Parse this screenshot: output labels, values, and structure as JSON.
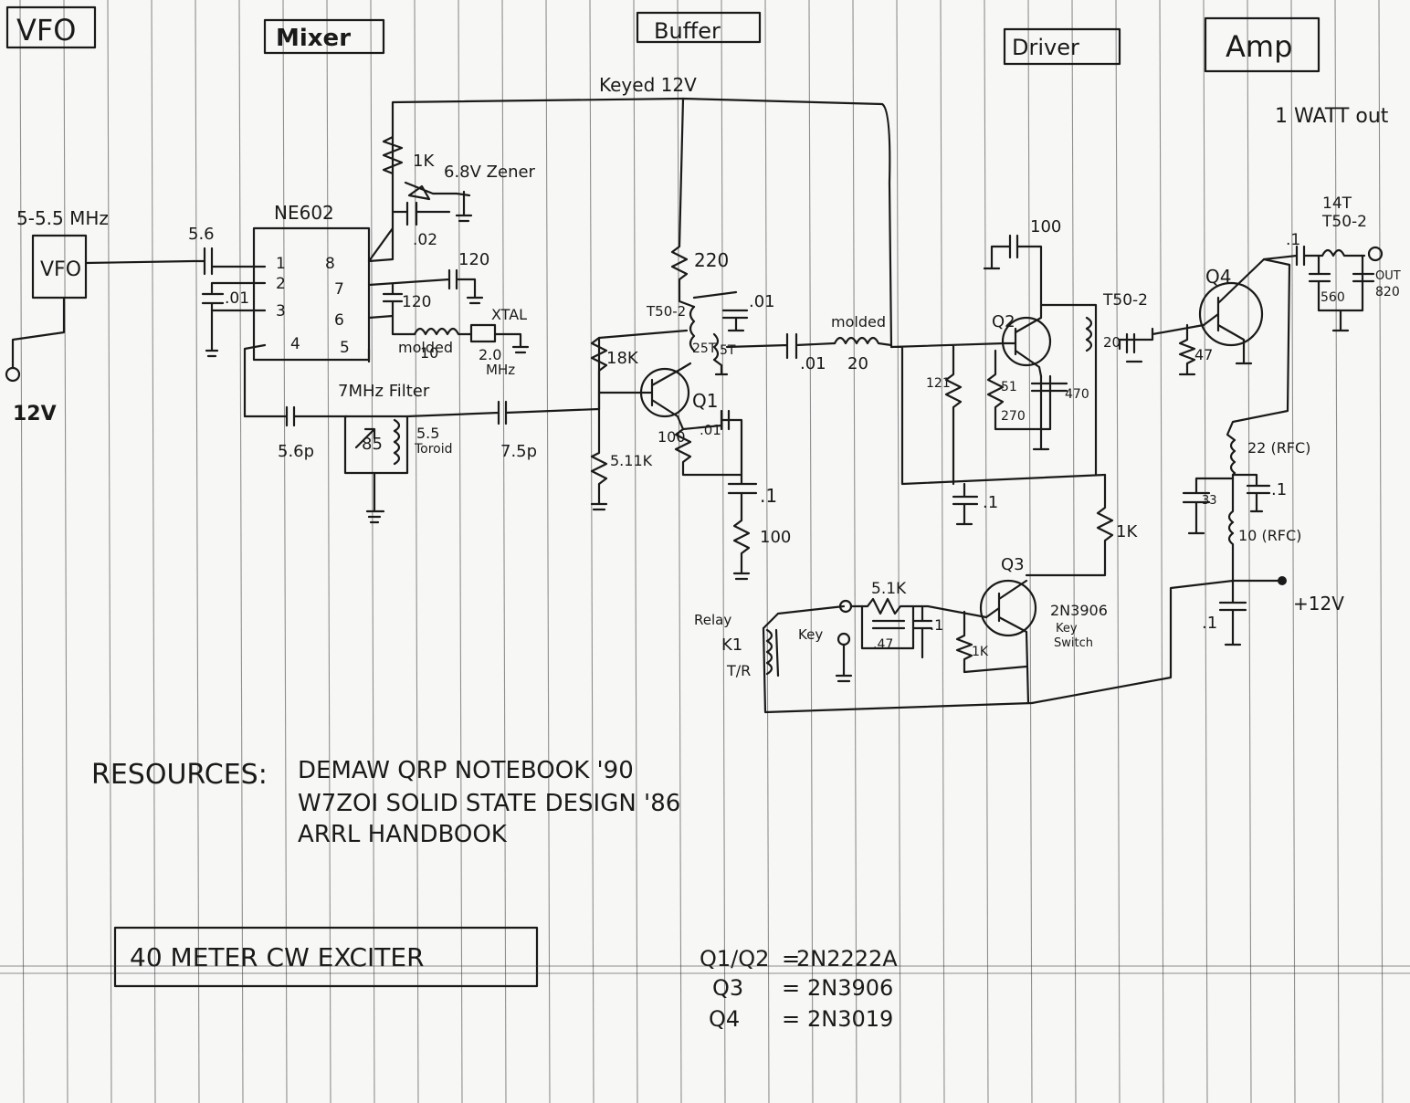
{
  "headers": {
    "vfo": "VFO",
    "mixer": "Mixer",
    "buffer": "Buffer",
    "driver": "Driver",
    "amp": "Amp"
  },
  "notes": {
    "watt_out": "1 WATT out",
    "keyed_12v": "Keyed 12V",
    "vfo_freq": "5-5.5 MHz",
    "vfo_box": "VFO",
    "vfo_supply": "12V",
    "amp_supply": "+12V"
  },
  "mixer": {
    "chip": "NE602",
    "pins": [
      "1",
      "2",
      "3",
      "4",
      "8",
      "7",
      "6",
      "5"
    ],
    "r_1k": "1K",
    "zener": "6.8V Zener",
    "c_02": ".02",
    "c_120a": "120",
    "c_120b": "120",
    "c_01": ".01",
    "c_56": "5.6",
    "l_molded_a": "10",
    "l_molded_b": "molded",
    "xtal_a": "XTAL",
    "xtal_b": "2.0",
    "xtal_c": "MHz",
    "filter_label": "7MHz Filter",
    "c_56p": "5.6p",
    "c_85": "85",
    "toroid_a": "5.5",
    "toroid_b": "Toroid",
    "c_75p": "7.5p"
  },
  "buffer": {
    "r_220": "220",
    "c_01": ".01",
    "t50_a": "T50-2",
    "t50_b": "25T",
    "t50_c": "5T",
    "r_18k": "18K",
    "q1": "Q1",
    "r_511k": "5.11K",
    "r_100": "100",
    "c_01e": ".01",
    "c_1": ".1",
    "r_100b": "100",
    "c_01out": ".01",
    "l_molded_a": "molded",
    "l_molded_b": "20"
  },
  "driver": {
    "c_100": "100",
    "q2": "Q2",
    "r_121": "121",
    "r_51": "51",
    "r_270": "270",
    "c_470": "470",
    "t50": "T50-2",
    "t50_n": "20",
    "c_1": ".1",
    "r_1k": "1K"
  },
  "amp": {
    "t14": "14T",
    "t50": "T50-2",
    "c_1": ".1",
    "c_560": "560",
    "c_820": "820",
    "out": "OUT",
    "q4": "Q4",
    "r_47": "47",
    "rfc1": "22 (RFC)",
    "rfc2": "10 (RFC)",
    "c_33": "33",
    "c_1a": ".1",
    "c_1b": ".1"
  },
  "switch": {
    "relay_a": "Relay",
    "relay_b": "K1",
    "relay_c": "T/R",
    "r_5k": "5.1K",
    "key": "Key",
    "c_47": ".47",
    "c_1": ".1",
    "r_1k": "1K",
    "q3": "Q3",
    "q3_a": "2N3906",
    "q3_b": "Key",
    "q3_c": "Switch"
  },
  "resources": {
    "label": "RESOURCES:",
    "line1": "DEMAW QRP NOTEBOOK '90",
    "line2": "W7ZOI SOLID STATE DESIGN '86",
    "line3": "ARRL HANDBOOK"
  },
  "title_box": "40 METER CW EXCITER",
  "parts": [
    {
      "name": "Q1/Q2",
      "eq": "=",
      "value": "2N2222A"
    },
    {
      "name": "Q3",
      "eq": "=",
      "value": "2N3906"
    },
    {
      "name": "Q4",
      "eq": "=",
      "value": "2N3019"
    }
  ]
}
